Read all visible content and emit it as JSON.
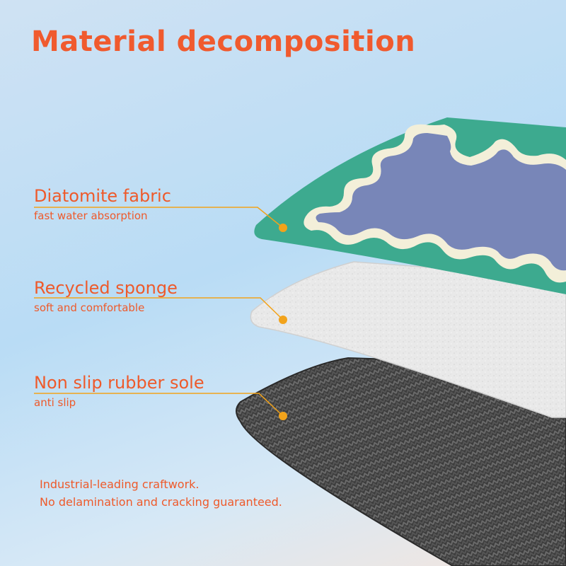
{
  "title": "Material decomposition",
  "layers": [
    {
      "name": "Diatomite fabric",
      "description": "fast water absorption"
    },
    {
      "name": "Recycled sponge",
      "description": "soft and comfortable"
    },
    {
      "name": "Non slip rubber sole",
      "description": "anti slip"
    }
  ],
  "footer": {
    "line1": "Industrial-leading craftwork.",
    "line2": "No delamination and cracking guaranteed."
  },
  "colors": {
    "accent": "#f05a2e",
    "leader_line": "#f2a31b",
    "fabric_green": "#3daa8f",
    "fabric_blue": "#7886b8",
    "fabric_wave": "#f3efd9",
    "sponge": "#e8e8e8",
    "rubber": "#3a3a3a"
  }
}
